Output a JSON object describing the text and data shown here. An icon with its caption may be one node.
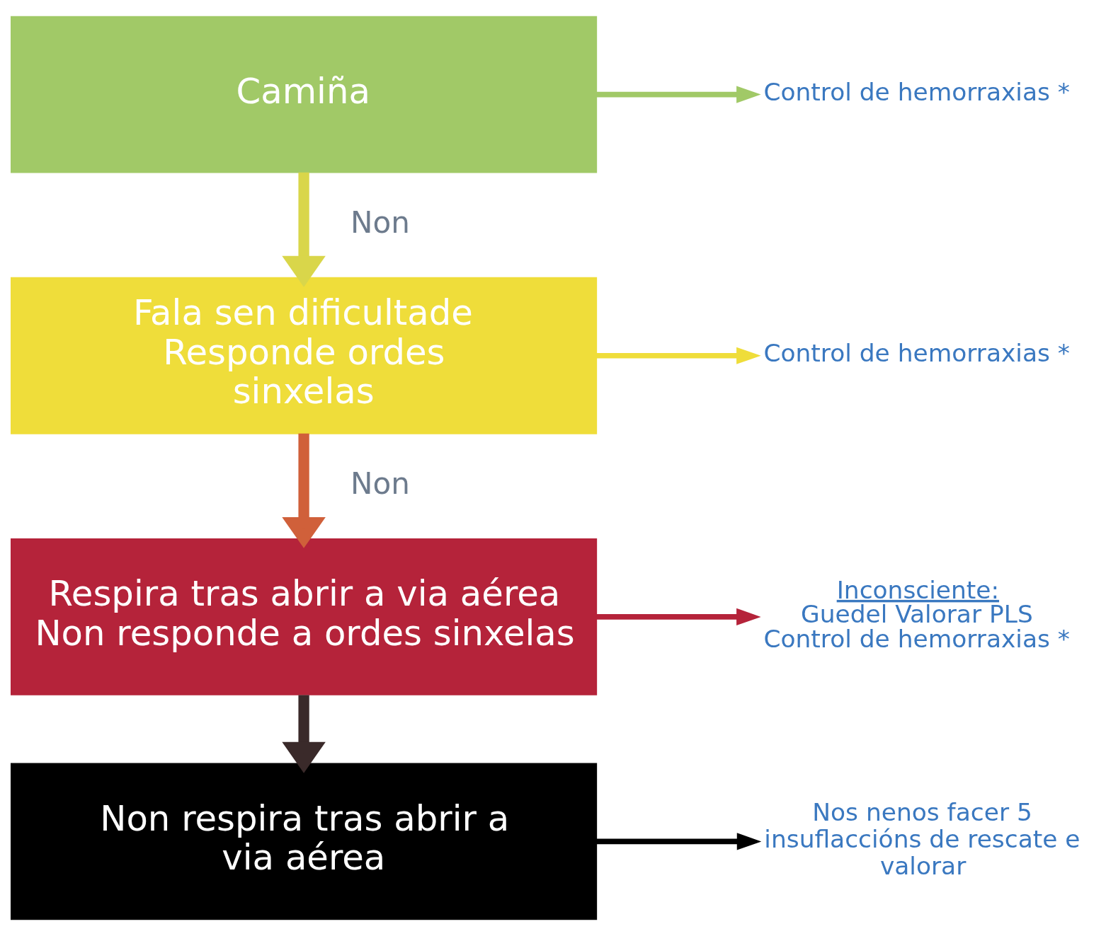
{
  "diagram": {
    "nodes": [
      {
        "text": [
          "Camiña"
        ]
      },
      {
        "text": [
          "Fala sen dificultade Responde ordes sinxelas"
        ]
      },
      {
        "text": [
          "Respira tras abrir a via aérea Non responde a ordes sinxelas"
        ]
      },
      {
        "text": [
          "Non respira tras abrir a via aérea"
        ]
      },
      {
        "text": [
          "Control de hemorraxias *"
        ]
      },
      {
        "text": [
          "Control de hemorraxias *"
        ]
      },
      {
        "text": [
          "Inconsciente:",
          "Guedel Valorar PLS",
          "Control de hemorraxias *"
        ]
      },
      {
        "text": [
          "Nos nenos facer 5 insuflaccións de rescate e valorar"
        ]
      }
    ],
    "edges": [
      {
        "from": 0,
        "to": 1,
        "arrow": "to",
        "label": "Non",
        "style": "thick",
        "color": "#d9d64a"
      },
      {
        "from": 1,
        "to": 2,
        "arrow": "to",
        "label": "Non",
        "style": "thick",
        "color": "#d0603a"
      },
      {
        "from": 2,
        "to": 3,
        "arrow": "to",
        "style": "thick",
        "color": "#3a2a2a"
      },
      {
        "from": 0,
        "to": 4,
        "arrow": "to",
        "color": "#a1c967"
      },
      {
        "from": 1,
        "to": 5,
        "arrow": "to",
        "color": "#efdd3a"
      },
      {
        "from": 2,
        "to": 6,
        "arrow": "to",
        "color": "#b5233a"
      },
      {
        "from": 3,
        "to": 7,
        "arrow": "to",
        "color": "#000000"
      }
    ]
  }
}
